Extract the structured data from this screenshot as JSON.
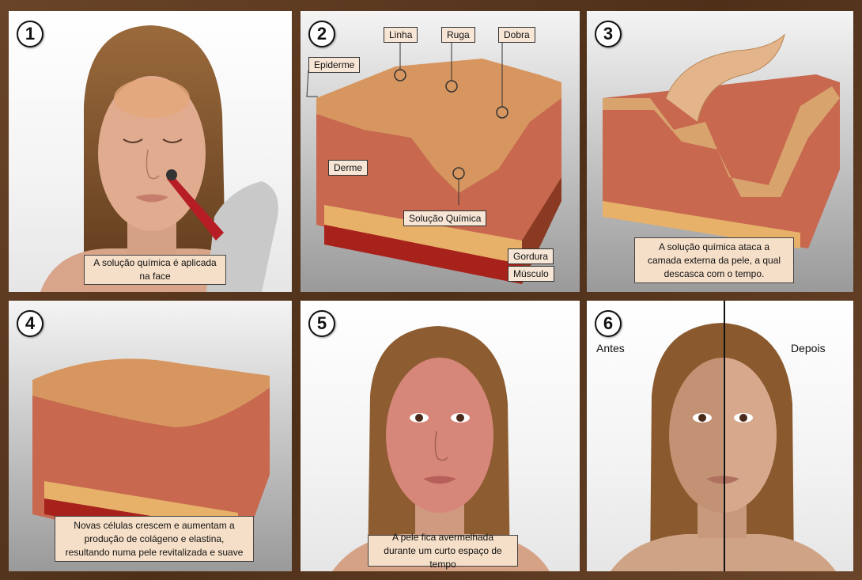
{
  "panels": [
    {
      "number": "1",
      "caption": "A solução química é aplicada na face"
    },
    {
      "number": "2",
      "labels": {
        "linha": "Linha",
        "ruga": "Ruga",
        "dobra": "Dobra",
        "epiderme": "Epiderme",
        "derme": "Derme",
        "solucao": "Solução Química",
        "gordura": "Gordura",
        "musculo": "Músculo"
      }
    },
    {
      "number": "3",
      "caption": "A solução química ataca a camada externa da pele, a qual descasca com o tempo."
    },
    {
      "number": "4",
      "caption": "Novas células crescem e aumentam a produção de colágeno e elastina, resultando numa pele revitalizada e suave"
    },
    {
      "number": "5",
      "caption": "A pele fica avermelhada durante um curto espaço de tempo"
    },
    {
      "number": "6",
      "before": "Antes",
      "after": "Depois"
    }
  ]
}
